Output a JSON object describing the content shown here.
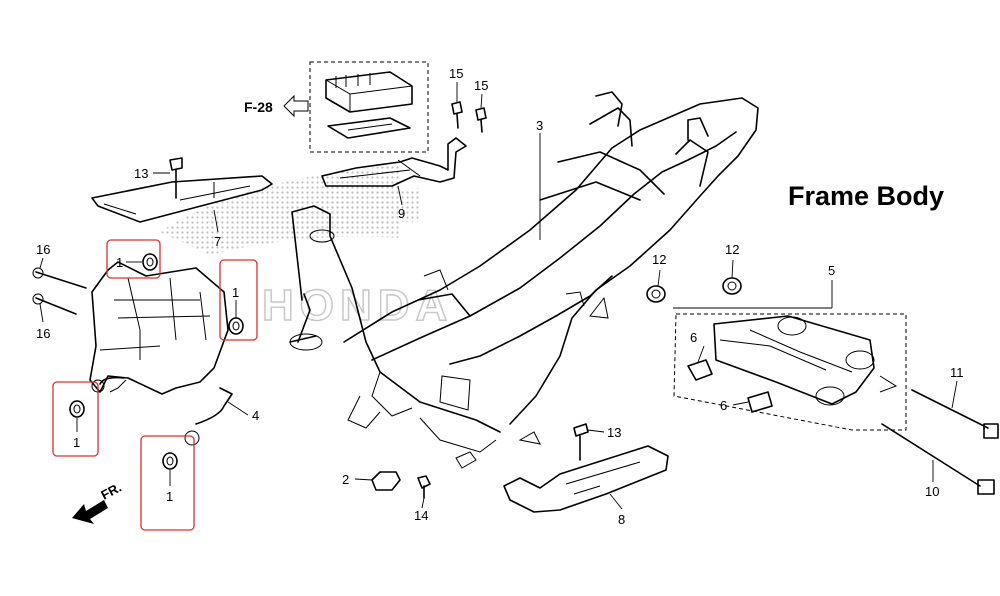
{
  "title": "Frame Body",
  "reference": "F-28",
  "direction": "FR.",
  "watermark": "HONDA",
  "callouts": [
    {
      "id": "c1a",
      "label": "1"
    },
    {
      "id": "c1b",
      "label": "1"
    },
    {
      "id": "c1c",
      "label": "1"
    },
    {
      "id": "c1d",
      "label": "1"
    },
    {
      "id": "c2",
      "label": "2"
    },
    {
      "id": "c3",
      "label": "3"
    },
    {
      "id": "c4",
      "label": "4"
    },
    {
      "id": "c5",
      "label": "5"
    },
    {
      "id": "c6a",
      "label": "6"
    },
    {
      "id": "c6b",
      "label": "6"
    },
    {
      "id": "c7",
      "label": "7"
    },
    {
      "id": "c8",
      "label": "8"
    },
    {
      "id": "c9",
      "label": "9"
    },
    {
      "id": "c10",
      "label": "10"
    },
    {
      "id": "c11",
      "label": "11"
    },
    {
      "id": "c12a",
      "label": "12"
    },
    {
      "id": "c12b",
      "label": "12"
    },
    {
      "id": "c13a",
      "label": "13"
    },
    {
      "id": "c13b",
      "label": "13"
    },
    {
      "id": "c14",
      "label": "14"
    },
    {
      "id": "c15a",
      "label": "15"
    },
    {
      "id": "c15b",
      "label": "15"
    },
    {
      "id": "c16a",
      "label": "16"
    },
    {
      "id": "c16b",
      "label": "16"
    }
  ],
  "colors": {
    "highlight": "#d93030",
    "ink": "#000000",
    "watermark": "#c8c8c8"
  }
}
